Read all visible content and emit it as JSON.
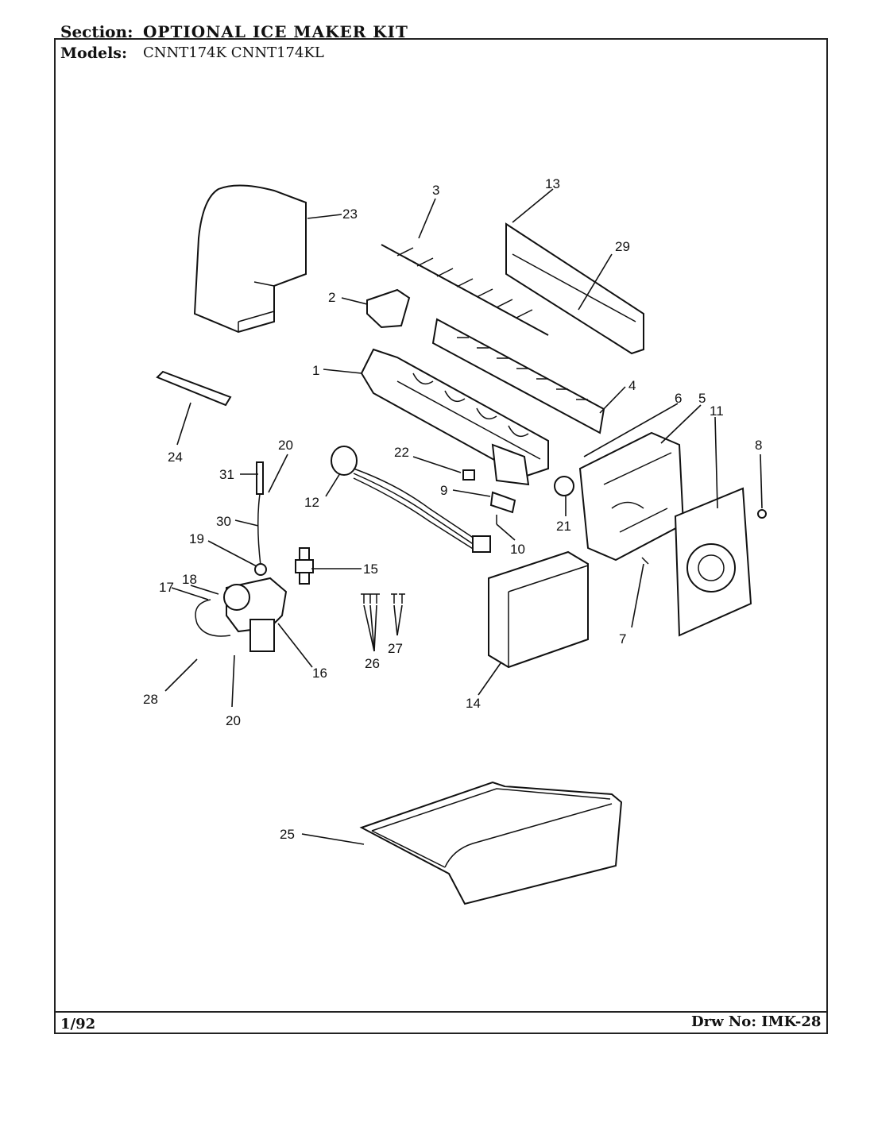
{
  "header": {
    "section_label": "Section:",
    "section_value": "OPTIONAL ICE MAKER KIT",
    "models_label": "Models:",
    "models_value": "CNNT174K   CNNT174KL"
  },
  "footer": {
    "date": "1/92",
    "drawing_number": "Drw No: IMK-28"
  },
  "callouts": [
    {
      "id": "c1",
      "label": "1"
    },
    {
      "id": "c2",
      "label": "2"
    },
    {
      "id": "c3",
      "label": "3"
    },
    {
      "id": "c4",
      "label": "4"
    },
    {
      "id": "c5",
      "label": "5"
    },
    {
      "id": "c6",
      "label": "6"
    },
    {
      "id": "c7",
      "label": "7"
    },
    {
      "id": "c8",
      "label": "8"
    },
    {
      "id": "c9",
      "label": "9"
    },
    {
      "id": "c10",
      "label": "10"
    },
    {
      "id": "c11",
      "label": "11"
    },
    {
      "id": "c12",
      "label": "12"
    },
    {
      "id": "c13",
      "label": "13"
    },
    {
      "id": "c14",
      "label": "14"
    },
    {
      "id": "c15",
      "label": "15"
    },
    {
      "id": "c16",
      "label": "16"
    },
    {
      "id": "c17",
      "label": "17"
    },
    {
      "id": "c18",
      "label": "18"
    },
    {
      "id": "c19",
      "label": "19"
    },
    {
      "id": "c20a",
      "label": "20"
    },
    {
      "id": "c20b",
      "label": "20"
    },
    {
      "id": "c21",
      "label": "21"
    },
    {
      "id": "c22",
      "label": "22"
    },
    {
      "id": "c23",
      "label": "23"
    },
    {
      "id": "c24",
      "label": "24"
    },
    {
      "id": "c25",
      "label": "25"
    },
    {
      "id": "c26",
      "label": "26"
    },
    {
      "id": "c27",
      "label": "27"
    },
    {
      "id": "c28",
      "label": "28"
    },
    {
      "id": "c29",
      "label": "29"
    },
    {
      "id": "c30",
      "label": "30"
    },
    {
      "id": "c31",
      "label": "31"
    }
  ]
}
